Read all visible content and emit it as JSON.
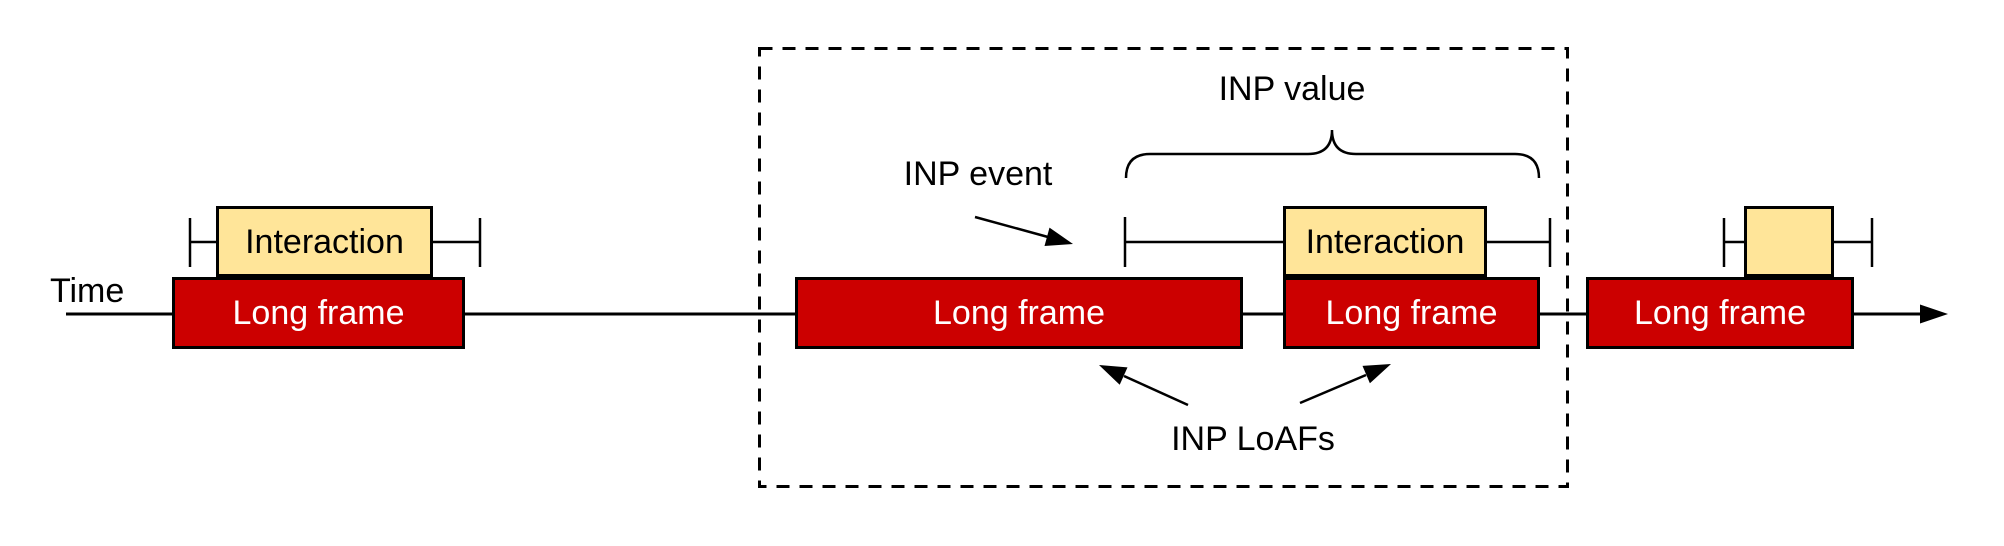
{
  "diagram": {
    "title_semantics": "Timeline diagram of INP interaction and Long Animation Frames (LoAFs)",
    "labels": {
      "time_axis": "Time",
      "inp_event": "INP event",
      "inp_value": "INP value",
      "inp_loafs": "INP LoAFs"
    },
    "long_frames": [
      {
        "label": "Long frame"
      },
      {
        "label": "Long frame"
      },
      {
        "label": "Long frame"
      },
      {
        "label": "Long frame"
      }
    ],
    "interactions": [
      {
        "label": "Interaction"
      },
      {
        "label": "Interaction"
      },
      {
        "label": ""
      }
    ],
    "colors": {
      "long_frame_fill": "#cc0000",
      "long_frame_text": "#ffffff",
      "interaction_fill": "#ffe599",
      "interaction_text": "#000000",
      "outline": "#000000",
      "background": "#ffffff"
    }
  }
}
